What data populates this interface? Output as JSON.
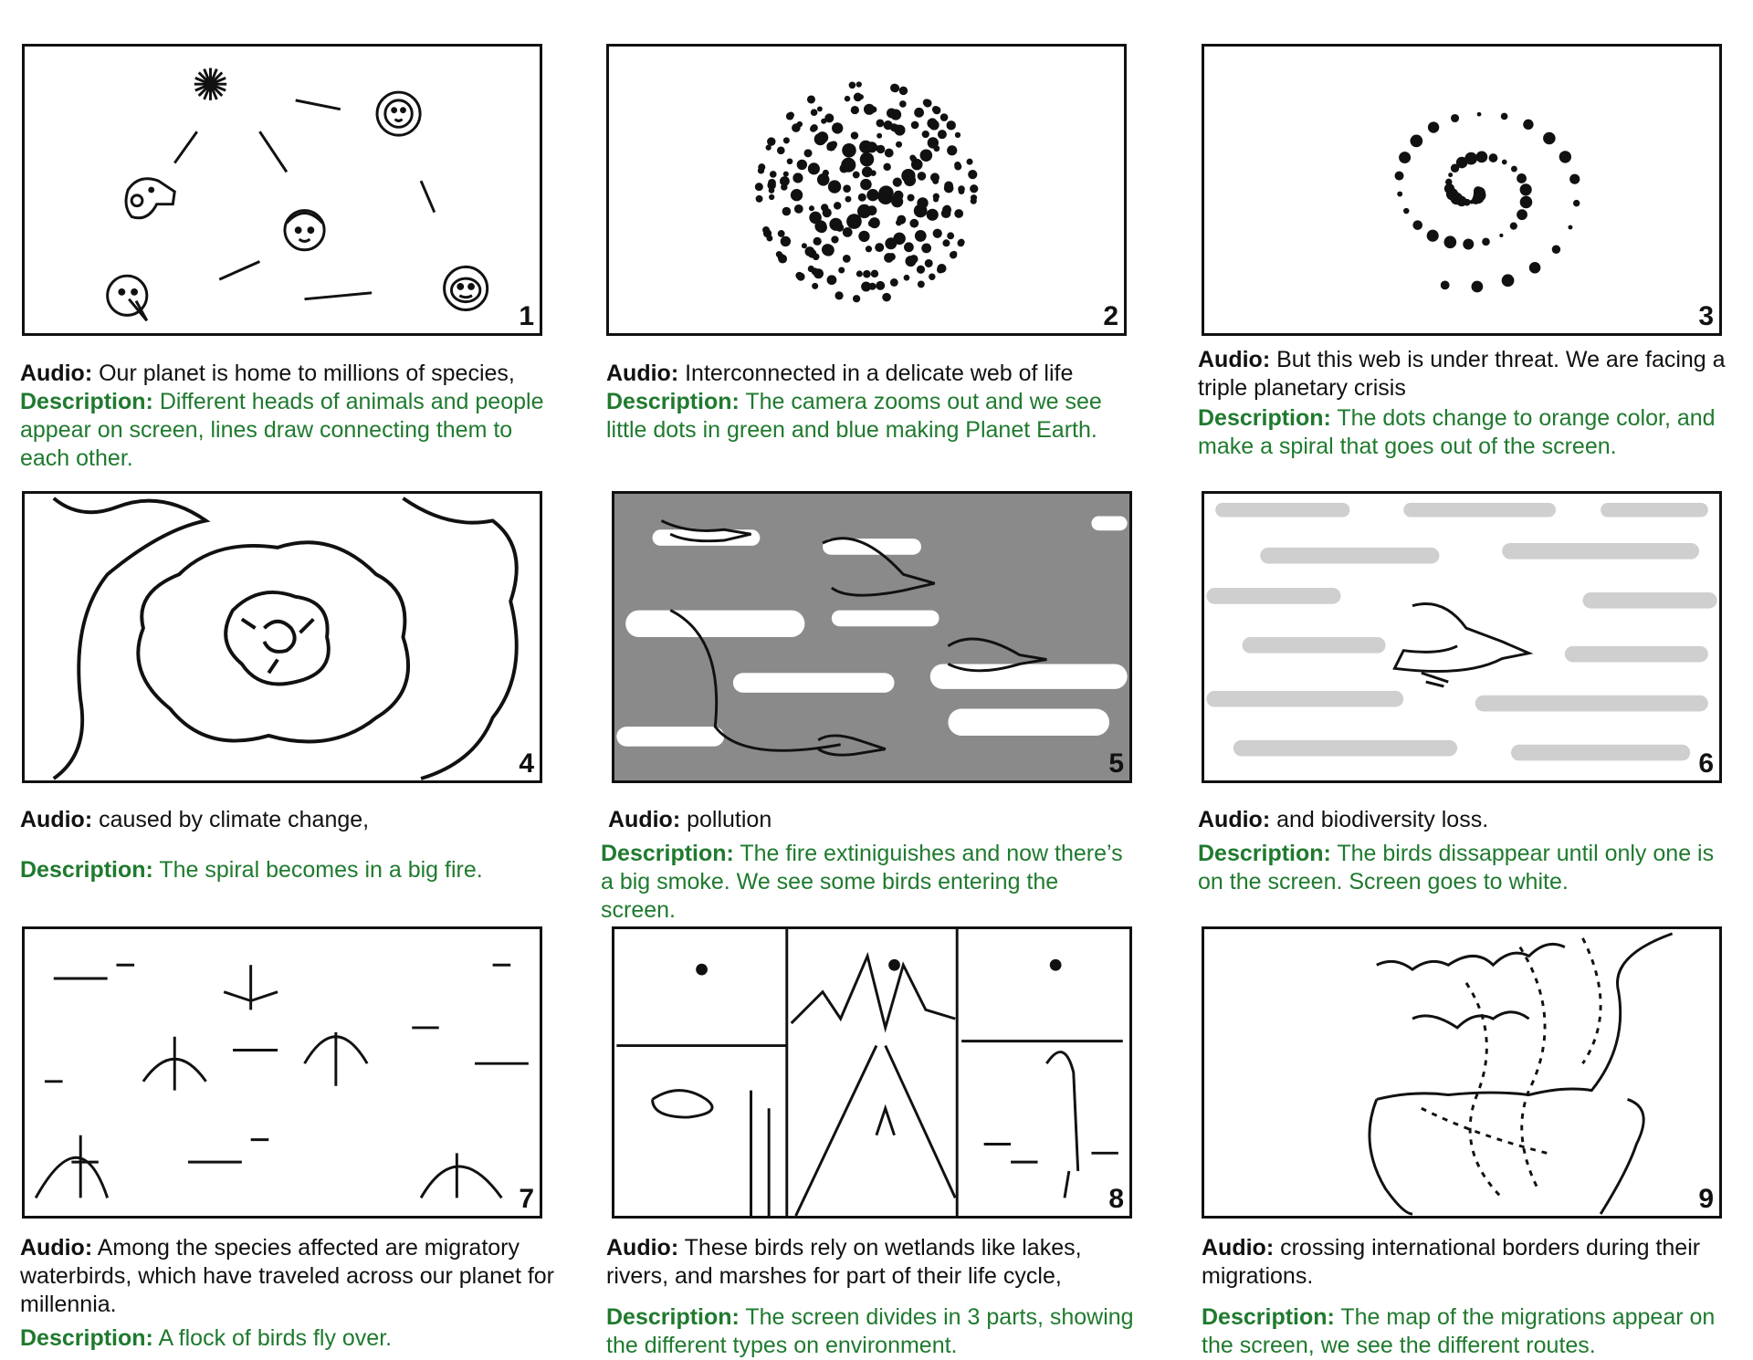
{
  "labels": {
    "audio": "Audio:",
    "description": "Description:"
  },
  "panels": [
    {
      "number": "1",
      "audio": "Our planet is home to millions of species,",
      "description": "Different heads of animals and people appear on screen, lines draw connecting them to each other."
    },
    {
      "number": "2",
      "audio": "Interconnected in a delicate web of life",
      "description": "The camera zooms out and we see little dots in green and blue making Planet Earth."
    },
    {
      "number": "3",
      "audio": "But this web is under threat. We are facing a triple planetary crisis",
      "description": "The dots change to orange color, and make a spiral that goes out of the screen."
    },
    {
      "number": "4",
      "audio": "caused by climate change,",
      "description": "The spiral becomes in a big fire."
    },
    {
      "number": "5",
      "audio": "pollution",
      "description": "The fire extiniguishes and now there’s a big smoke. We see some birds entering the screen."
    },
    {
      "number": "6",
      "audio": "and biodiversity loss.",
      "description": "The birds dissappear until only one is on the screen. Screen goes to white."
    },
    {
      "number": "7",
      "audio": "Among the species affected are migratory waterbirds, which have traveled across our planet for millennia.",
      "description": "A flock of birds fly over."
    },
    {
      "number": "8",
      "audio": "These birds rely on wetlands like lakes, rivers, and marshes for part of their life cycle,",
      "description": "The screen divides in 3 parts, showing the different types on environment."
    },
    {
      "number": "9",
      "audio": "crossing international borders during their migrations.",
      "description": "The map of the migrations appear on the screen, we see the different routes."
    }
  ],
  "colors": {
    "description_text": "#1f7a2e",
    "frame": "#111111",
    "smoke": "#8a8a8a",
    "smoke_light": "#cfcfcf"
  }
}
